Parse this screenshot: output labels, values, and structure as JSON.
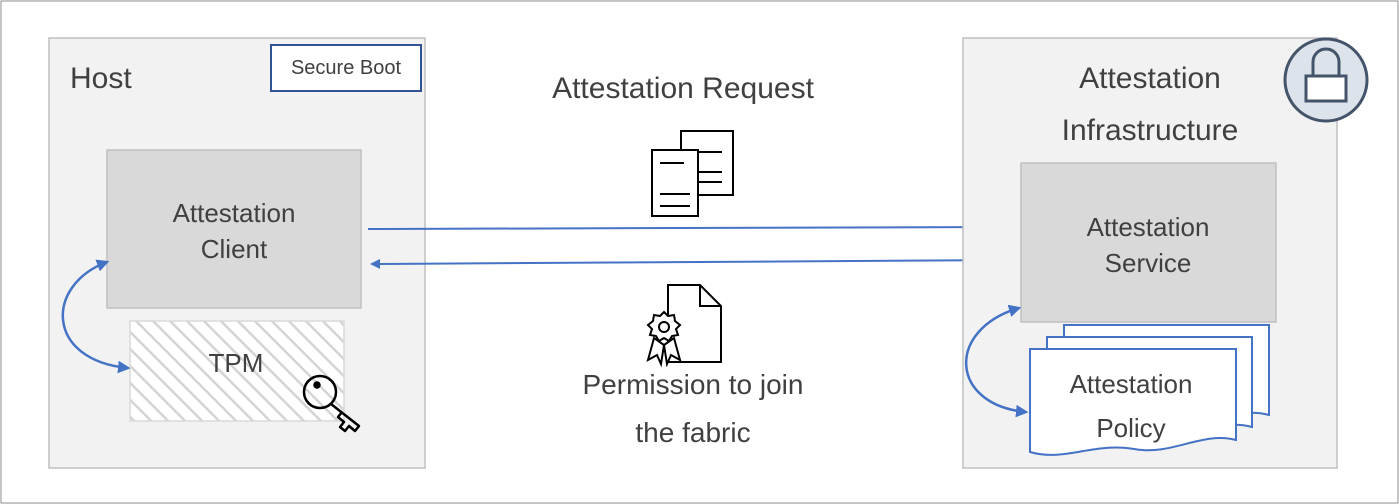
{
  "host": {
    "title": "Host",
    "secure_boot_label": "Secure Boot",
    "client_line1": "Attestation",
    "client_line2": "Client",
    "tpm_label": "TPM"
  },
  "flow": {
    "request_label": "Attestation Request",
    "response_line1": "Permission to join",
    "response_line2": "the fabric"
  },
  "infrastructure": {
    "title_line1": "Attestation",
    "title_line2": "Infrastructure",
    "service_line1": "Attestation",
    "service_line2": "Service",
    "policy_line1": "Attestation",
    "policy_line2": "Policy"
  },
  "icons": [
    "documents-icon",
    "certificate-icon",
    "key-icon",
    "lock-icon"
  ],
  "colors": {
    "arrow": "#4472c4",
    "outer_box_fill": "#f2f2f2",
    "outer_box_stroke": "#bfbfbf",
    "inner_box_fill": "#d9d9d9",
    "text": "#404040",
    "secure_boot_border": "#2f5597"
  }
}
